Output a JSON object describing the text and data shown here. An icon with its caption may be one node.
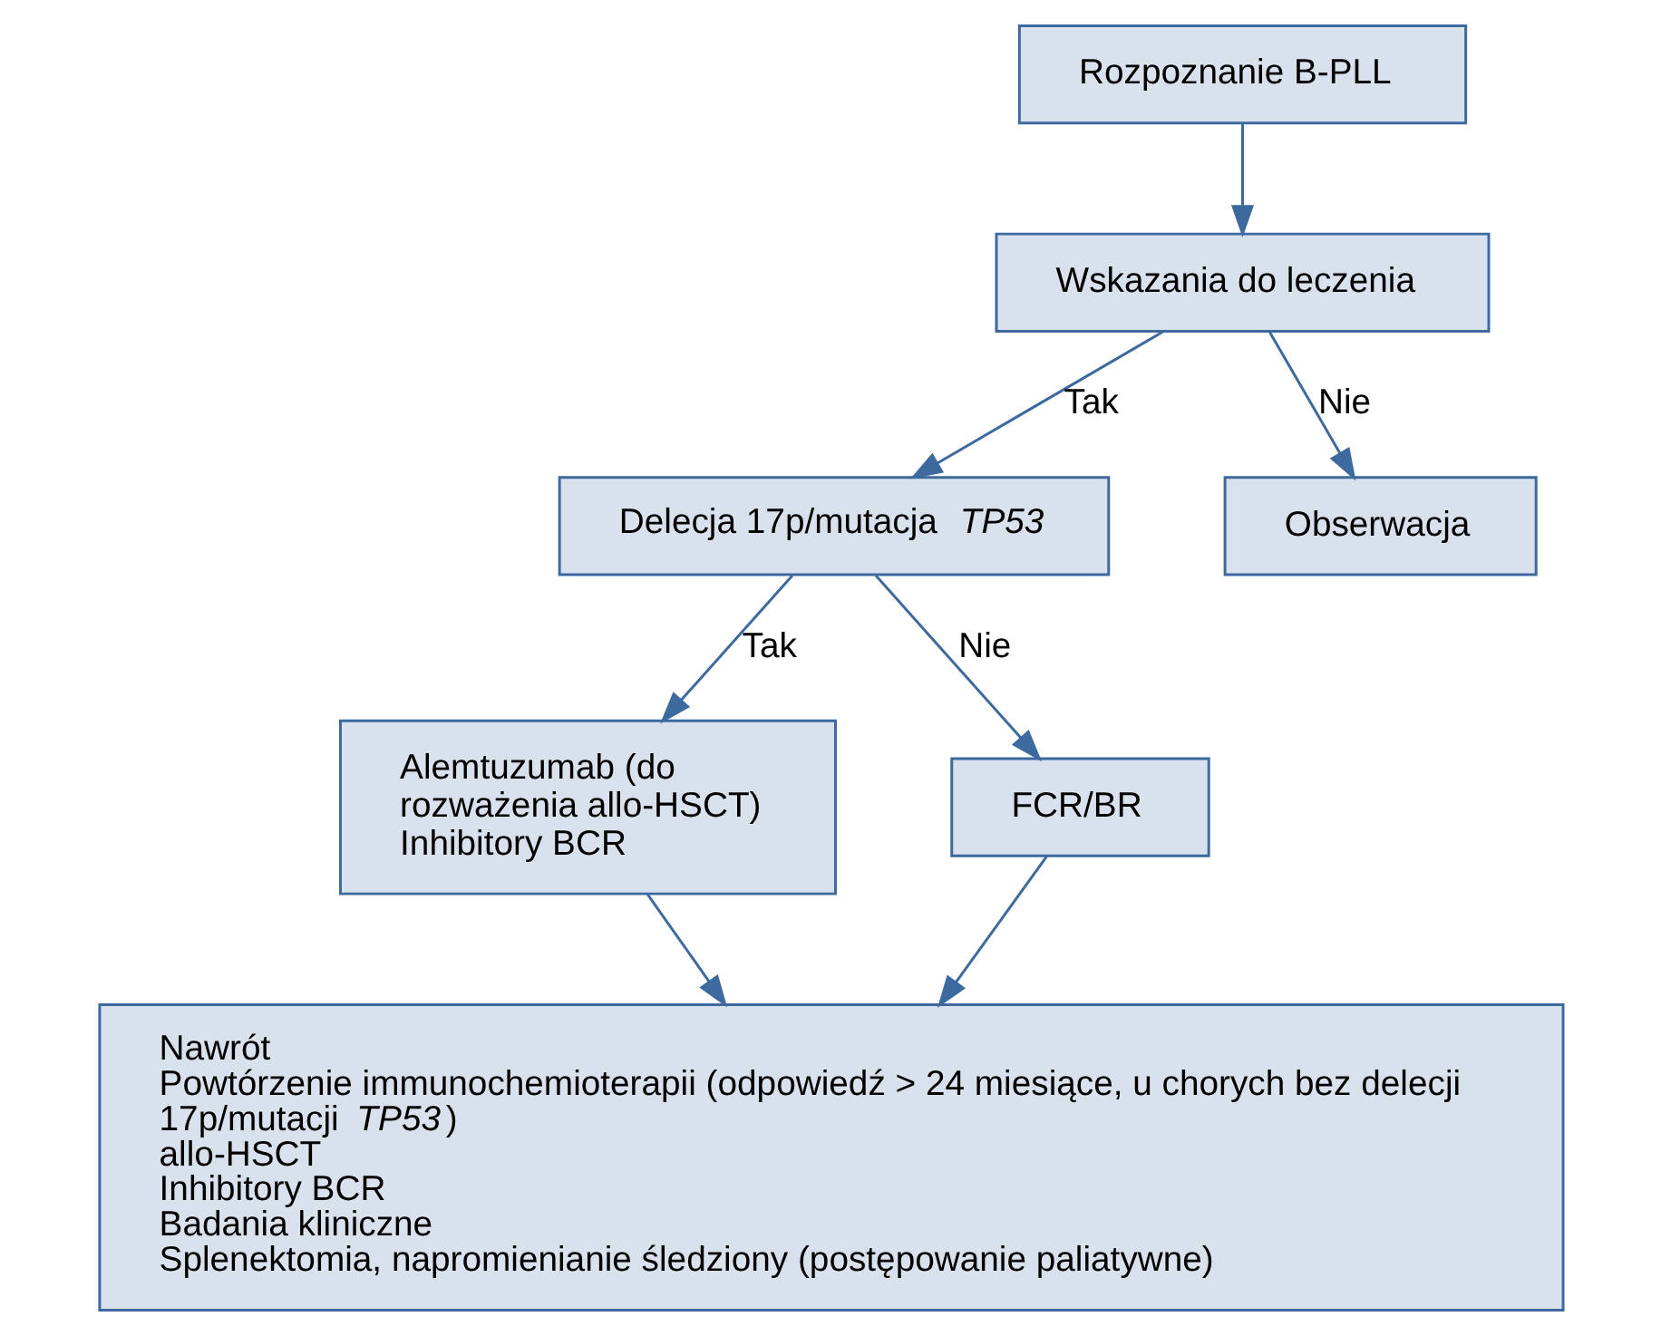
{
  "diagram": {
    "nodes": [
      {
        "text": [
          "Rozpoznanie B-PLL"
        ]
      },
      {
        "text": [
          "Wskazania do leczenia"
        ]
      },
      {
        "text": [
          "Delecja 17p/mutacja *TP53*"
        ]
      },
      {
        "text": [
          "Obserwacja"
        ]
      },
      {
        "text": [
          "Alemtuzumab (do rozważenia allo-HSCT)",
          "Inhibitory BCR"
        ]
      },
      {
        "text": [
          "FCR/BR"
        ]
      },
      {
        "text": [
          "Nawrót",
          "Powtórzenie immunochemioterapii (odpowiedź > 24 miesiące, u chorych bez delecji 17p/mutacji *TP53*)",
          "allo-HSCT",
          "Inhibitory BCR",
          "Badania kliniczne",
          "Splenektomia, napromienianie śledziony (postępowanie paliatywne)"
        ]
      }
    ],
    "edges": [
      {
        "from": 0,
        "to": 1,
        "arrow": "to"
      },
      {
        "from": 1,
        "to": 2,
        "arrow": "to",
        "label": "Tak"
      },
      {
        "from": 1,
        "to": 3,
        "arrow": "to",
        "label": "Nie"
      },
      {
        "from": 2,
        "to": 4,
        "arrow": "to",
        "label": "Tak"
      },
      {
        "from": 2,
        "to": 5,
        "arrow": "to",
        "label": "Nie"
      },
      {
        "from": 4,
        "to": 6,
        "arrow": "to"
      },
      {
        "from": 5,
        "to": 6,
        "arrow": "to"
      }
    ]
  }
}
